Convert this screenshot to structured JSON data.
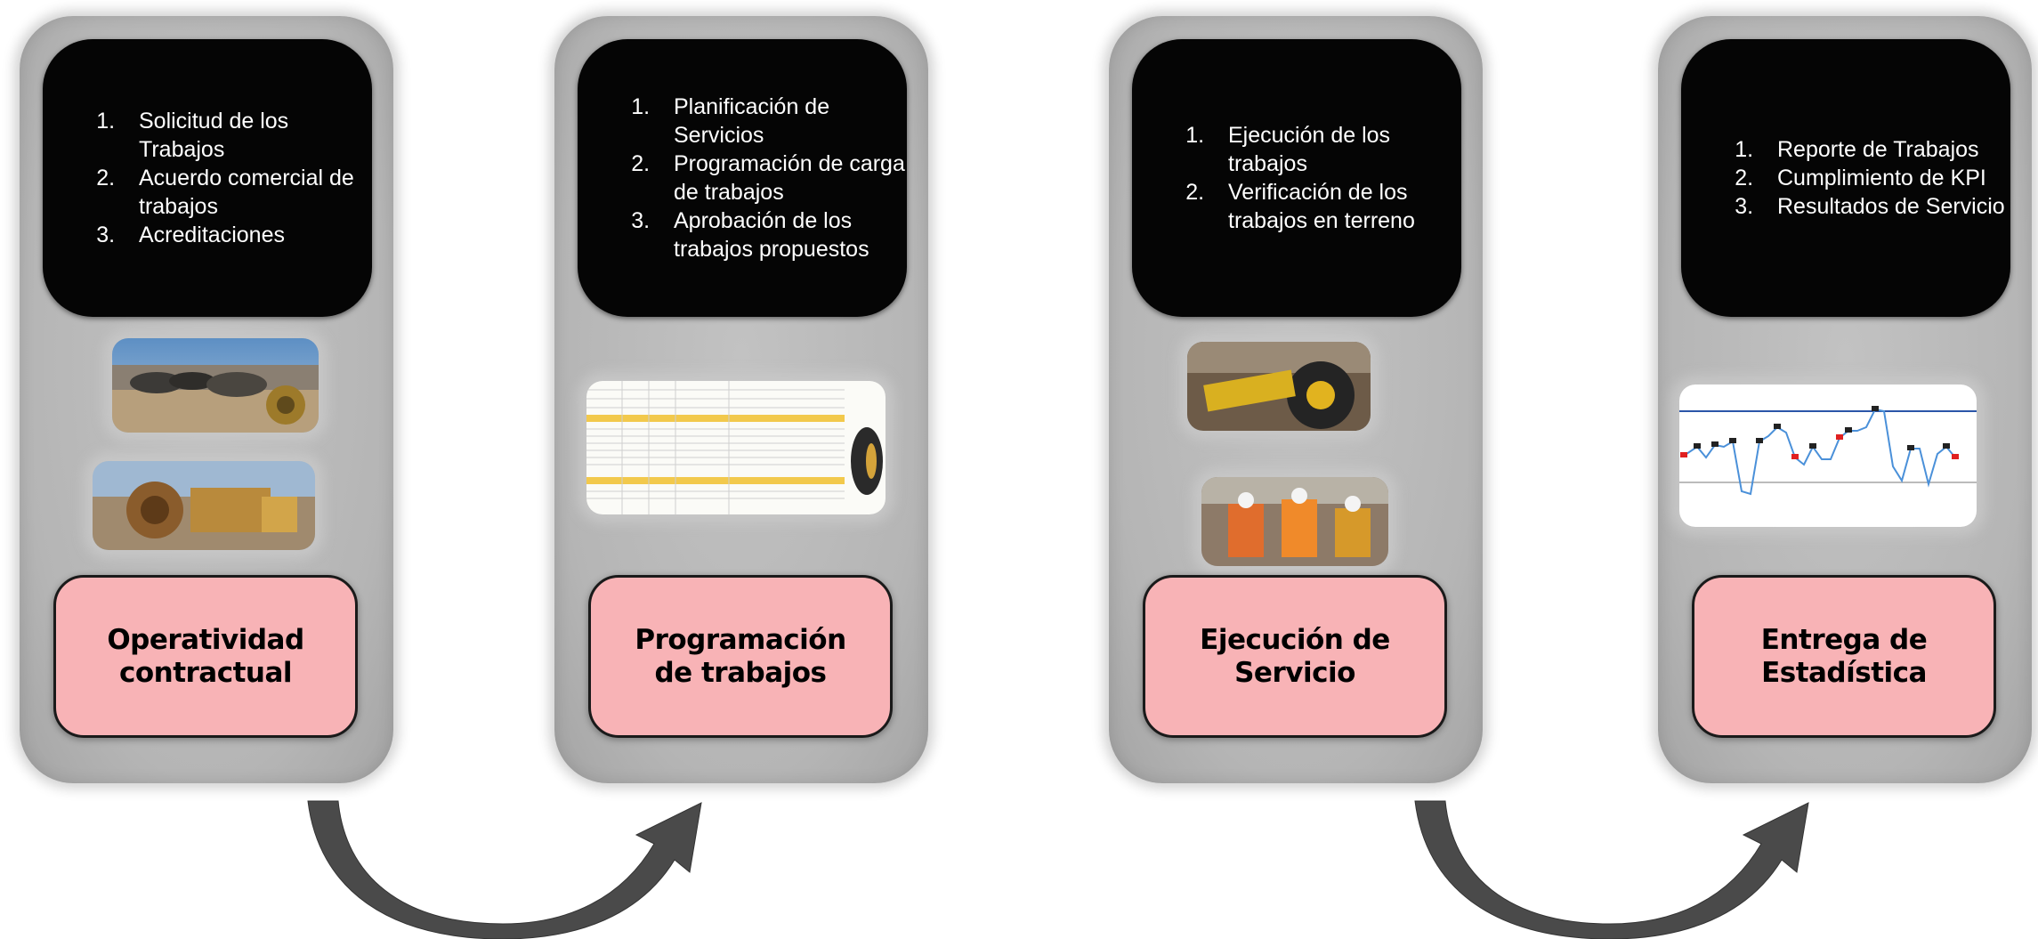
{
  "stages": [
    {
      "title": "Operatividad\ncontractual",
      "steps": [
        "Solicitud de los Trabajos",
        "Acuerdo comercial de trabajos",
        "Acreditaciones"
      ]
    },
    {
      "title": "Programación\nde trabajos",
      "steps": [
        "Planificación de Servicios",
        "Programación de carga de trabajos",
        "Aprobación de los trabajos propuestos"
      ]
    },
    {
      "title": "Ejecución de\nServicio",
      "steps": [
        "Ejecución de los trabajos",
        "Verificación de los trabajos en terreno"
      ]
    },
    {
      "title": "Entrega de\nEstadística",
      "steps": [
        "Reporte de Trabajos",
        "Cumplimiento de KPI",
        "Resultados de Servicio"
      ]
    }
  ],
  "colors": {
    "stage_background": "#b8b8b8",
    "step_box": "#050505",
    "title_box": "#f8b3b6",
    "arrow": "#4a4a4a"
  },
  "icons": [
    "curved-arrow-icon"
  ]
}
